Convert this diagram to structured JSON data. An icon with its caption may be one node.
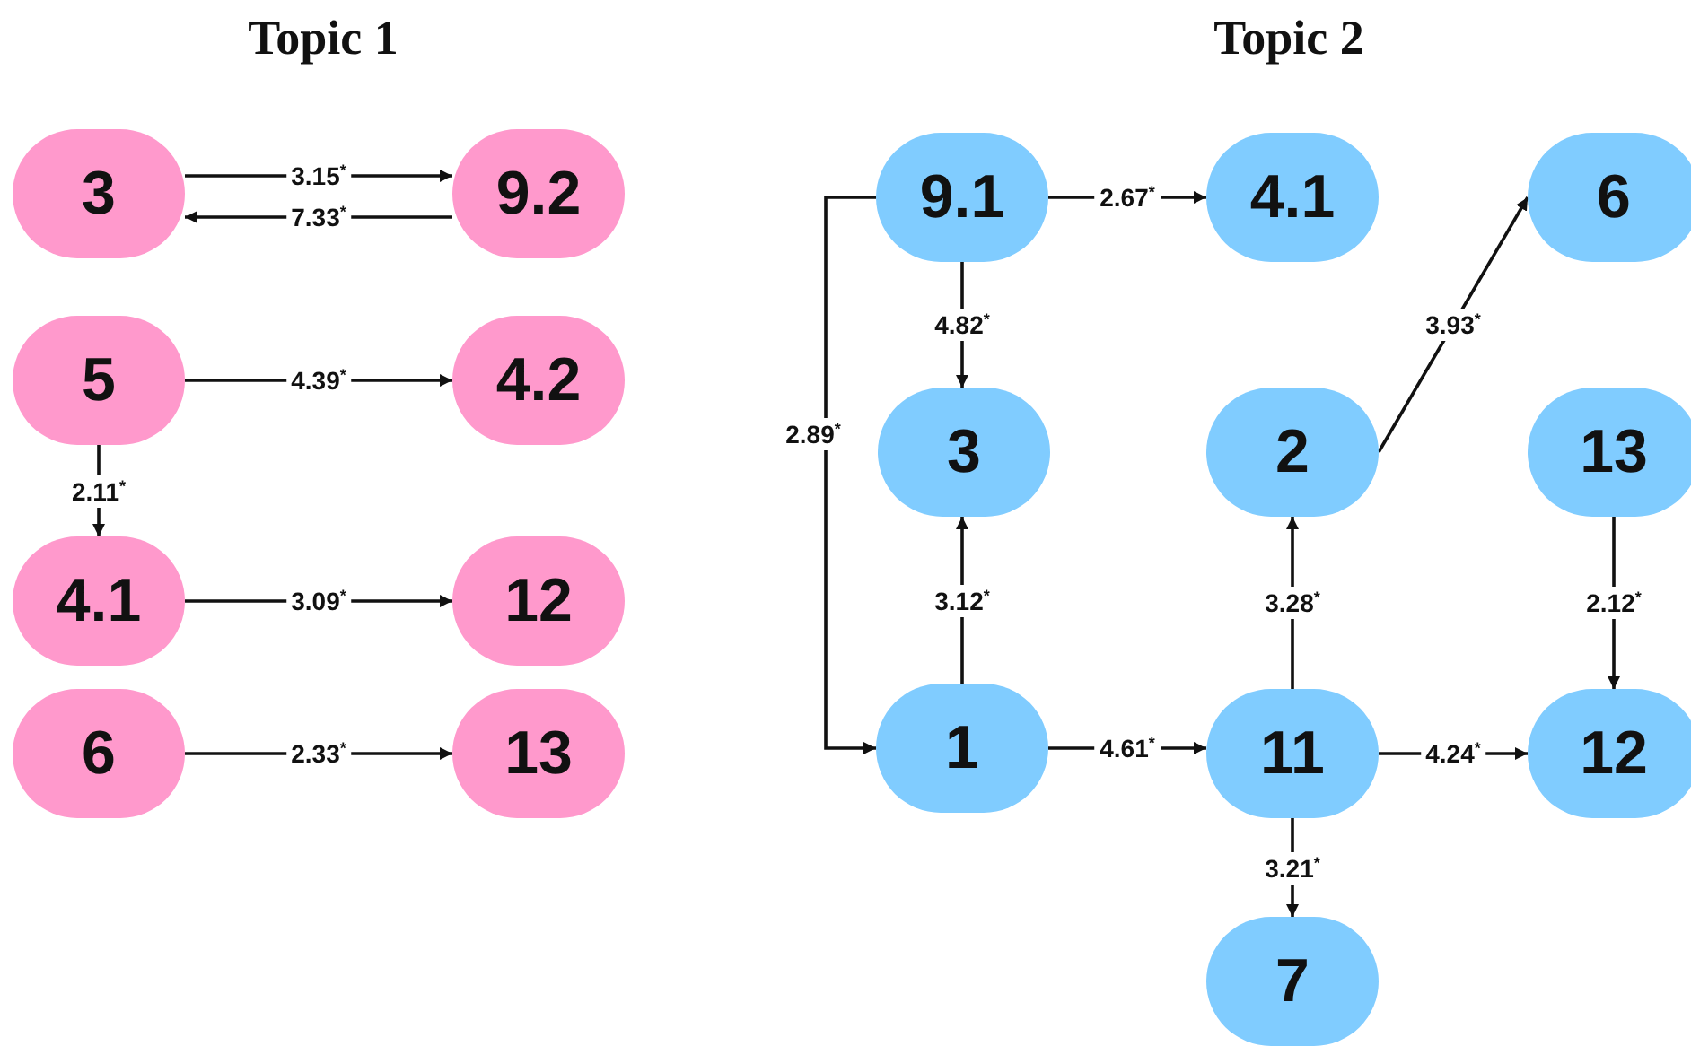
{
  "diagram": {
    "nodes": [
      {
        "text": [
          "3"
        ]
      },
      {
        "text": [
          "9.2"
        ]
      },
      {
        "text": [
          "5"
        ]
      },
      {
        "text": [
          "4.2"
        ]
      },
      {
        "text": [
          "4.1"
        ]
      },
      {
        "text": [
          "12"
        ]
      },
      {
        "text": [
          "6"
        ]
      },
      {
        "text": [
          "13"
        ]
      },
      {
        "text": [
          "9.1"
        ]
      },
      {
        "text": [
          "4.1"
        ]
      },
      {
        "text": [
          "6"
        ]
      },
      {
        "text": [
          "3"
        ]
      },
      {
        "text": [
          "2"
        ]
      },
      {
        "text": [
          "13"
        ]
      },
      {
        "text": [
          "1"
        ]
      },
      {
        "text": [
          "11"
        ]
      },
      {
        "text": [
          "12"
        ]
      },
      {
        "text": [
          "7"
        ]
      }
    ],
    "edges": [
      {
        "from": 0,
        "to": 1,
        "arrow": "to",
        "label": "3.15$^{*}$"
      },
      {
        "from": 1,
        "to": 0,
        "arrow": "to",
        "label": "7.33$^{*}$"
      },
      {
        "from": 2,
        "to": 3,
        "arrow": "to",
        "label": "4.39$^{*}$"
      },
      {
        "from": 2,
        "to": 4,
        "arrow": "to",
        "label": "2.11$^{*}$"
      },
      {
        "from": 4,
        "to": 5,
        "arrow": "to",
        "label": "3.09$^{*}$"
      },
      {
        "from": 6,
        "to": 7,
        "arrow": "to",
        "label": "2.33$^{*}$"
      },
      {
        "from": 8,
        "to": 9,
        "arrow": "to",
        "label": "2.67$^{*}$"
      },
      {
        "from": 8,
        "to": 11,
        "arrow": "to",
        "label": "4.82$^{*}$"
      },
      {
        "from": 8,
        "to": 14,
        "arrow": "to",
        "label": "2.89$^{*}$"
      },
      {
        "from": 14,
        "to": 11,
        "arrow": "to",
        "label": "3.12$^{*}$"
      },
      {
        "from": 14,
        "to": 15,
        "arrow": "to",
        "label": "4.61$^{*}$"
      },
      {
        "from": 15,
        "to": 12,
        "arrow": "to",
        "label": "3.28$^{*}$"
      },
      {
        "from": 12,
        "to": 10,
        "arrow": "to",
        "label": "3.93$^{*}$"
      },
      {
        "from": 13,
        "to": 16,
        "arrow": "to",
        "label": "2.12$^{*}$"
      },
      {
        "from": 15,
        "to": 16,
        "arrow": "to",
        "label": "4.24$^{*}$"
      },
      {
        "from": 15,
        "to": 17,
        "arrow": "to",
        "label": "3.21$^{*}$"
      }
    ],
    "labels": [
      "Topic 1",
      "Topic 2"
    ]
  }
}
